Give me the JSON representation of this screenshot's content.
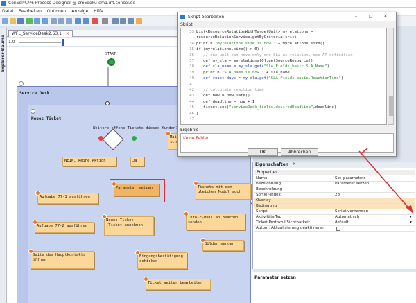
{
  "app": {
    "title": "ConSol*CM6 Process Designer @ cm6doku-cm1.int.consol.de"
  },
  "menu": [
    "Datei",
    "Bearbeiten",
    "Optionen",
    "Anzeige",
    "Hilfe"
  ],
  "tab": {
    "label": "WFL_ServiceDesk2.63.1"
  },
  "zoom": {
    "label": "1.0"
  },
  "sidebar": {
    "label": "Explorer-Bäume"
  },
  "diagram": {
    "start_label": "START",
    "pool_label": "Service Desk",
    "lane_label": "Neues Ticket",
    "decision_label": "Weitere offene Tickets dieses Kunden?",
    "no_label": "NEIN, keine Aktion",
    "yes_label": "Ja",
    "mail_label": "Mail a schick",
    "param_label": "Parameter setzen",
    "task771": "Aufgabe 77-1 ausführen",
    "tickets_same": "Tickets mit dem gleichen Modul such",
    "neues_ticket": "Neues Ticket (Ticket annehmen)",
    "info_mail": "Info-E-Mail an Bearbei senden",
    "task772": "Aufgabe 77-2 ausführen",
    "bilder": "Bilder senden",
    "hauptkontakt": "Seite des Hauptkontakts öffnen",
    "eingangsbest": "Eingangsbestätigung schicken",
    "weiter": "Ticket weiter bearbeiten"
  },
  "dialog": {
    "title": "Skript bearbeiten",
    "section_label": "Skript",
    "lines": [
      {
        "n": "33",
        "t": "List<ResourceRelationWithTargetUnit> myrelations ="
      },
      {
        "n": "",
        "t": "resourceRelationService.getByCriteria(crit)"
      },
      {
        "n": "34",
        "t": "println \"myrelations size is now \" + myrelations.size()"
      },
      {
        "n": "35",
        "t": "if (myrelations.size() > 0) {"
      },
      {
        "n": "36",
        "t": "   // one unit can have only one SLA as relation, see AT definition"
      },
      {
        "n": "37",
        "t": "   def my_sla = myrelations[0].getSourceResource()"
      },
      {
        "n": "38",
        "t": "   def sla_name = my_sla.get(\"SLA_Fields_basic.SLA_Name\")"
      },
      {
        "n": "39",
        "t": "   println \"SLA name is now \" + sla_name"
      },
      {
        "n": "40",
        "t": "   def react_days = my_sla.get(\"SLA_Fields_basic.ReactionTime\")"
      },
      {
        "n": "41",
        "t": ""
      },
      {
        "n": "42",
        "t": "   // calculate reaction time"
      },
      {
        "n": "43",
        "t": "   def now = new Date()"
      },
      {
        "n": "44",
        "t": "   def deadline = now + 1"
      },
      {
        "n": "45",
        "t": "   ticket.set(\"serviceDesk_fields.desiredDeadline\",deadline)"
      },
      {
        "n": "46",
        "t": "}"
      },
      {
        "n": "47",
        "t": ""
      }
    ],
    "result_label": "Ergebnis",
    "result_text": "Keine Fehler",
    "ok_label": "OK",
    "cancel_label": "Abbrechen"
  },
  "properties": {
    "title": "Eigenschaften",
    "section": "Properties",
    "rows": [
      {
        "k": "Name",
        "v": "Set_parameters"
      },
      {
        "k": "Bezeichnung",
        "v": "Parameter setzen"
      },
      {
        "k": "Beschreibung",
        "v": ""
      },
      {
        "k": "Sortier-Index",
        "v": "28"
      },
      {
        "k": "Overlay",
        "v": ""
      },
      {
        "k": "Bedingung",
        "v": ""
      },
      {
        "k": "Skript",
        "v": "Skript vorhanden"
      },
      {
        "k": "Aktivitäts-Typ",
        "v": "Automatisch"
      },
      {
        "k": "Ticket-Protokoll Sichtbarkeit",
        "v": "default"
      },
      {
        "k": "Autom. Aktualisierung deaktivieren",
        "v": ""
      }
    ],
    "footer_title": "Parameter setzen"
  },
  "colors": {
    "highlight": "#e03030",
    "activity": "#fbd89a",
    "pool": "#b9c7ea"
  }
}
